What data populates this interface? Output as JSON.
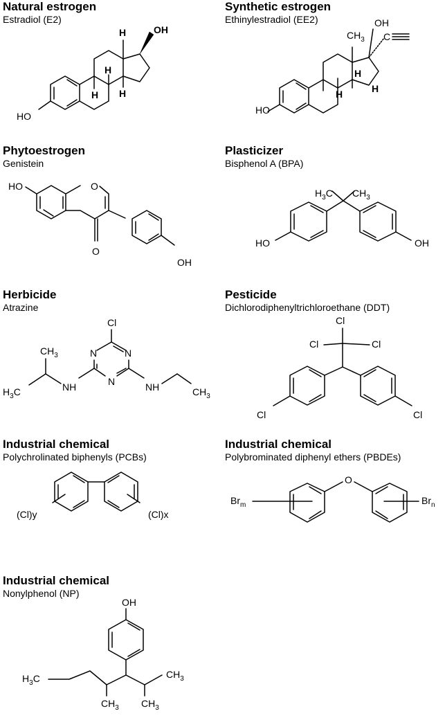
{
  "panels": [
    {
      "category": "Natural estrogen",
      "compound": "Estradiol (E2)"
    },
    {
      "category": "Synthetic estrogen",
      "compound": "Ethinylestradiol (EE2)"
    },
    {
      "category": "Phytoestrogen",
      "compound": "Genistein"
    },
    {
      "category": "Plasticizer",
      "compound": "Bisphenol A (BPA)"
    },
    {
      "category": "Herbicide",
      "compound": "Atrazine"
    },
    {
      "category": "Pesticide",
      "compound": "Dichlorodiphenyltrichloroethane (DDT)"
    },
    {
      "category": "Industrial chemical",
      "compound": "Polychrolinated biphenyls (PCBs)"
    },
    {
      "category": "Industrial chemical",
      "compound": "Polybrominated diphenyl ethers (PBDEs)"
    },
    {
      "category": "Industrial chemical",
      "compound": "Nonylphenol (NP)"
    }
  ],
  "atoms": {
    "oh": "OH",
    "ho": "HO",
    "h": "H",
    "o": "O",
    "cl": "Cl",
    "n": "N",
    "nh": "NH",
    "ch": "CH",
    "h3c": "H",
    "three": "3",
    "br": "Br",
    "m": "m",
    "n_sub": "n",
    "cly": "(Cl)y",
    "clx": "(Cl)x"
  }
}
